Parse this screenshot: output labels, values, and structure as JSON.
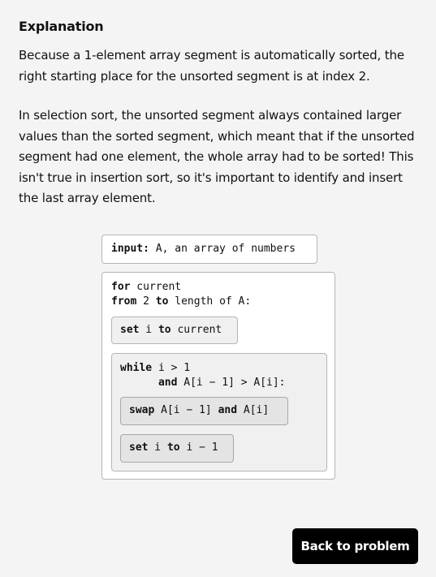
{
  "explanation": {
    "heading": "Explanation",
    "paragraph1": "Because a 1-element array segment is automatically sorted, the right starting place for the unsorted segment is at index 2.",
    "paragraph2": "In selection sort, the unsorted segment always contained larger values than the sorted segment, which meant that if the unsorted segment had one element, the whole array had to be sorted! This isn't true in insertion sort, so it's important to identify and insert the last array element."
  },
  "code": {
    "input_kw": "input:",
    "input_text": " A, an array of numbers",
    "for_kw": "for",
    "for_text": " current",
    "from_kw": "from",
    "from_text1": " 2 ",
    "to_kw": "to",
    "from_text2": " length of A:",
    "set_kw": "set",
    "set_text1": " i ",
    "set_to_kw": "to",
    "set_text2": " current",
    "while_kw": "while",
    "while_text": " i > 1",
    "while_indent": "      ",
    "and_kw": "and",
    "and_text": " A[i − 1] > A[i]:",
    "swap_kw": "swap",
    "swap_text1": " A[i − 1] ",
    "swap_and_kw": "and",
    "swap_text2": " A[i]",
    "dec_kw": "set",
    "dec_text1": " i ",
    "dec_to_kw": "to",
    "dec_text2": " i − 1"
  },
  "back_button": {
    "label": "Back to problem"
  }
}
